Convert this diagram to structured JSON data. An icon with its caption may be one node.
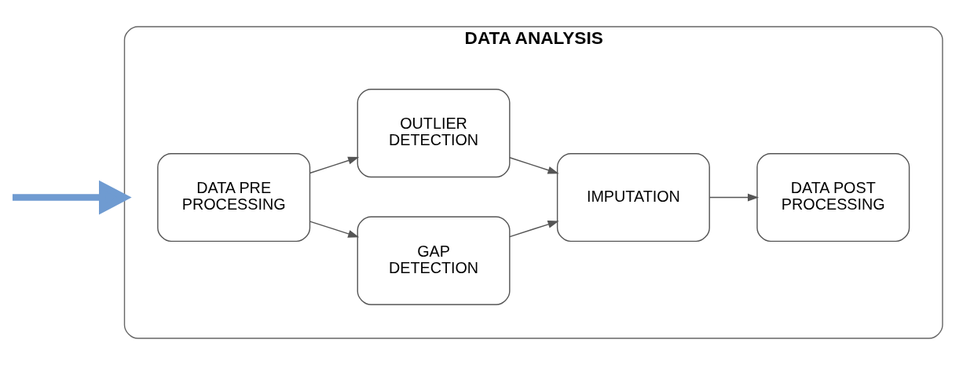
{
  "diagram": {
    "nodes": [
      {
        "text": [
          "DATA ANALYSIS"
        ]
      },
      {
        "text": [
          "DATA PRE PROCESSING"
        ],
        "in": 0
      },
      {
        "text": [
          "GAP DETECTION"
        ],
        "in": 0
      },
      {
        "text": [
          "OUTLIER DETECTION"
        ],
        "in": 0
      },
      {
        "text": [
          "IMPUTATION"
        ],
        "in": 0
      },
      {
        "text": [
          "DATA POST PROCESSING"
        ],
        "in": 0
      }
    ],
    "edges": [
      {
        "from": null,
        "to": 0,
        "arrow": "to",
        "style": "thick",
        "color": "#6f9bd1"
      },
      {
        "from": 1,
        "to": 2,
        "arrow": "to"
      },
      {
        "from": 1,
        "to": 3,
        "arrow": "to"
      },
      {
        "from": 2,
        "to": 4,
        "arrow": "to"
      },
      {
        "from": 3,
        "to": 4,
        "arrow": "to"
      },
      {
        "from": 4,
        "to": 5,
        "arrow": "to"
      }
    ]
  }
}
